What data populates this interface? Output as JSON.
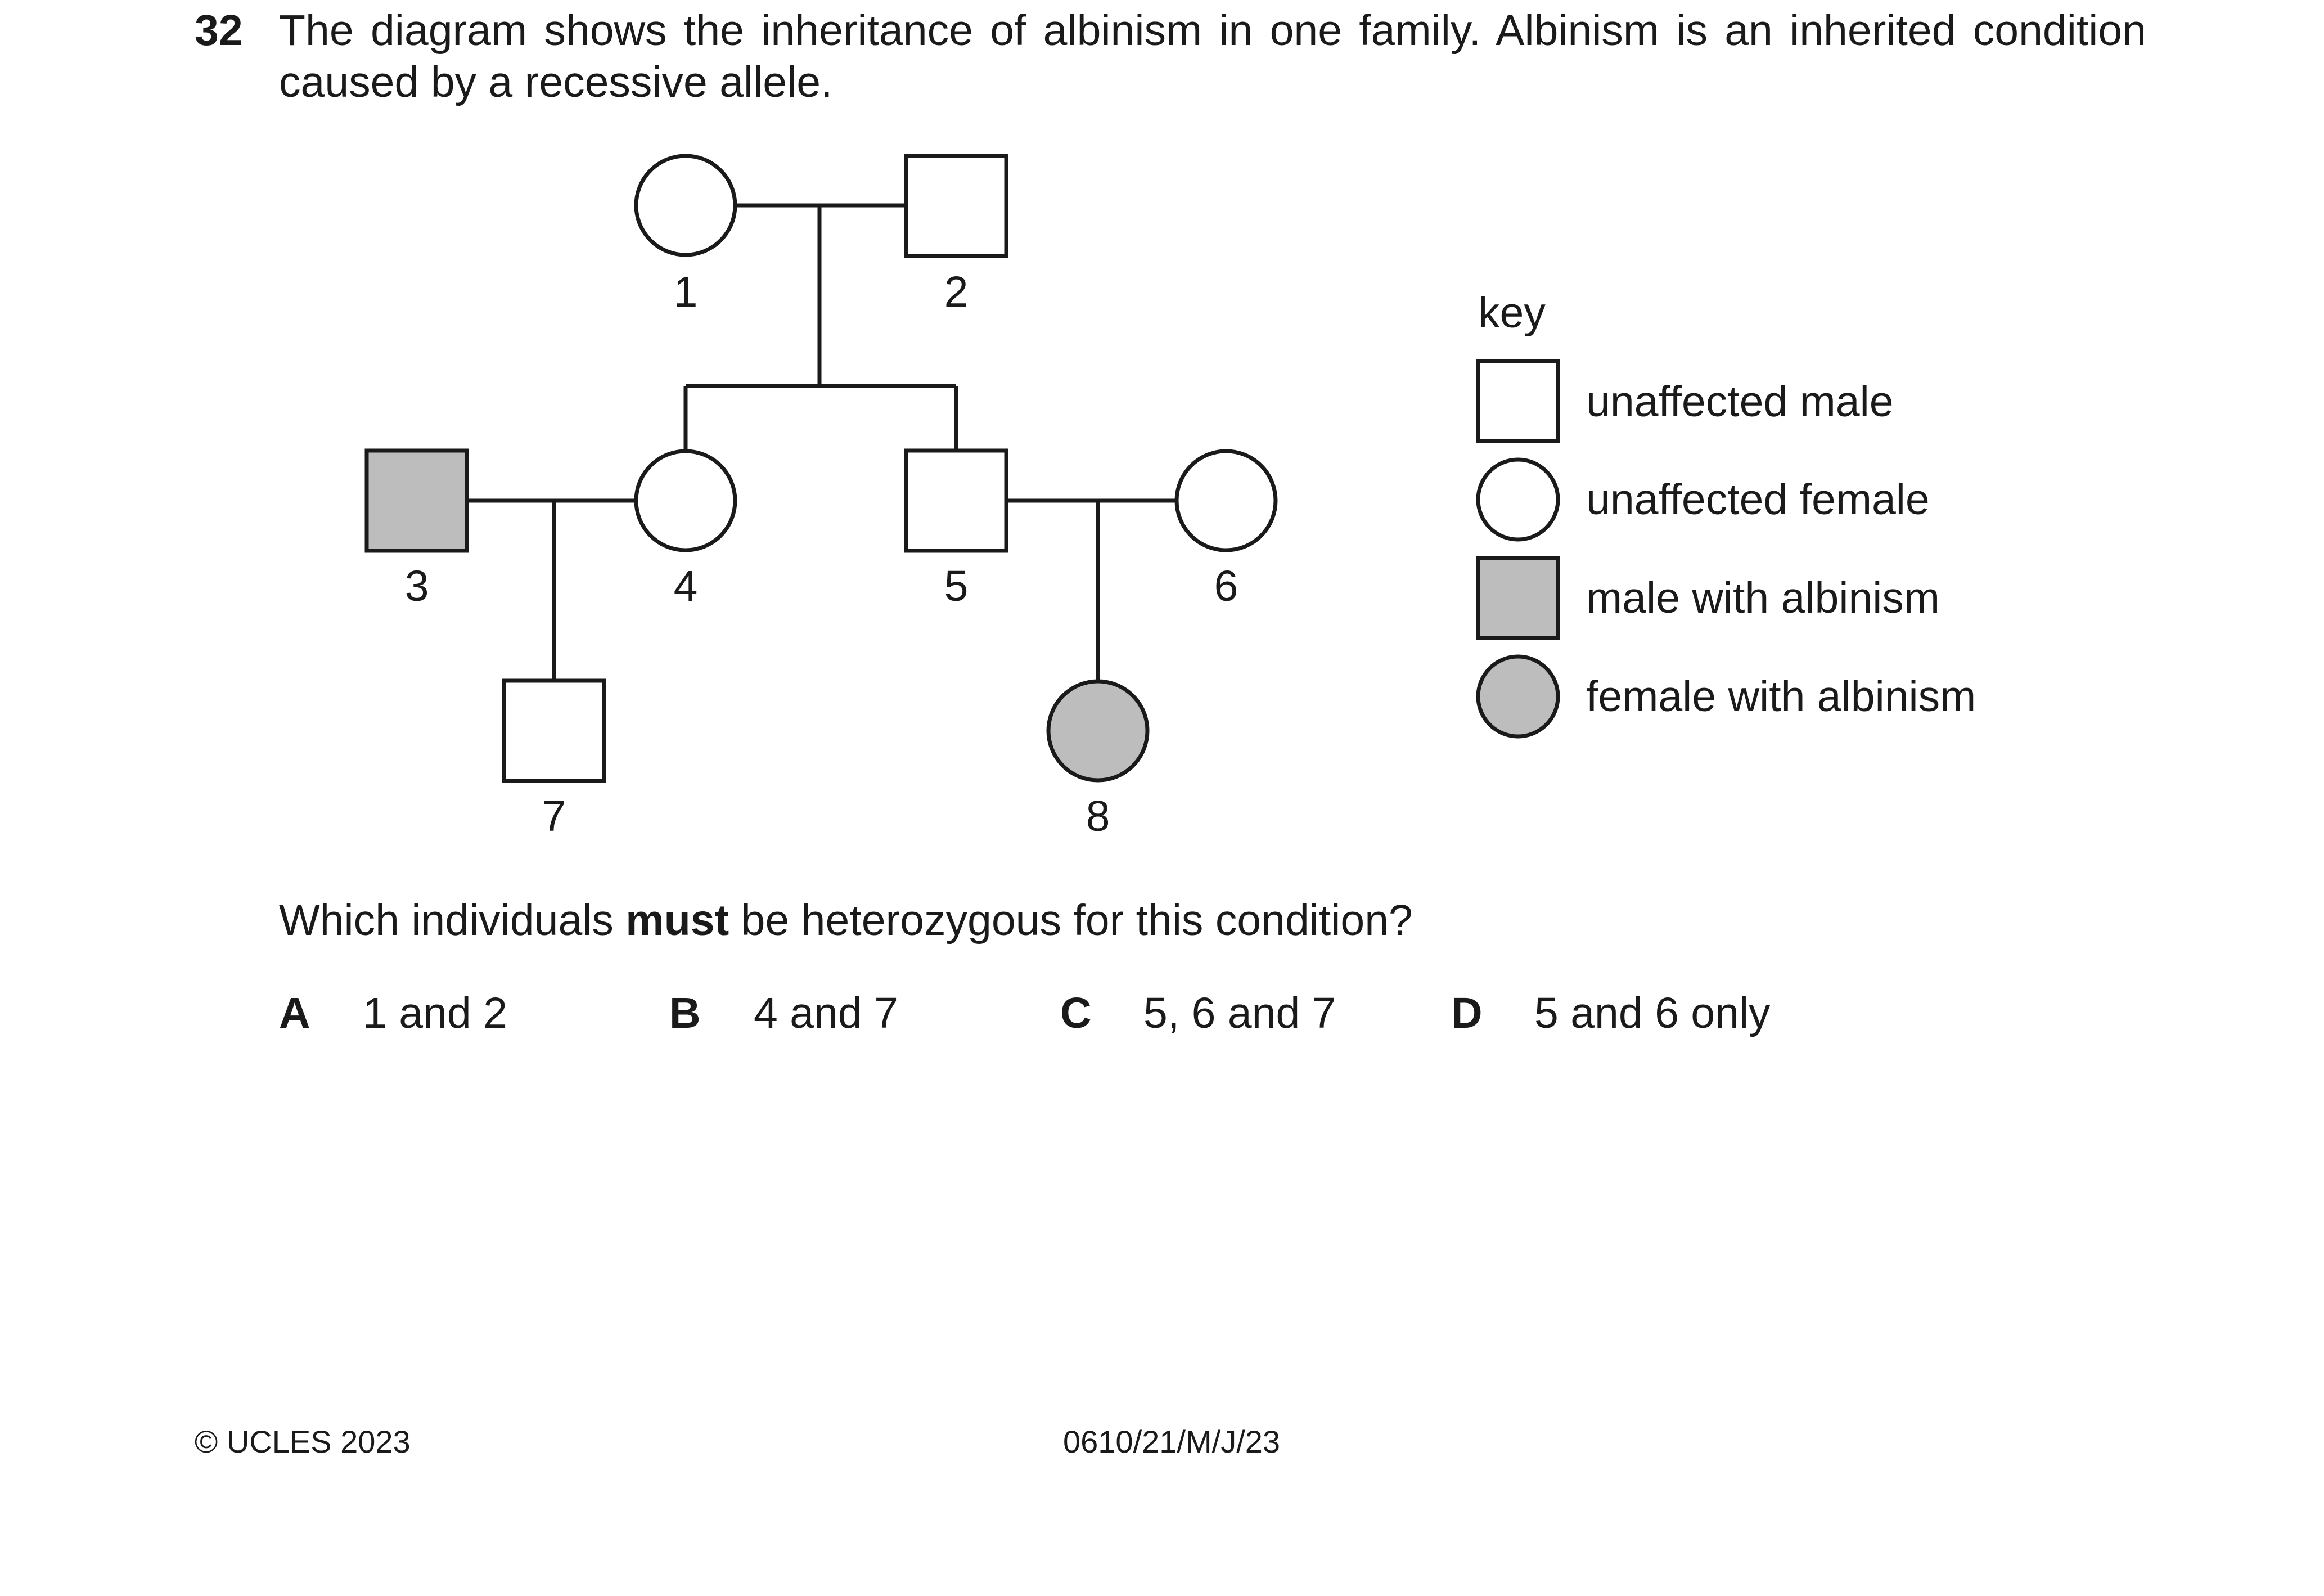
{
  "question": {
    "number": "32",
    "stem": "The diagram shows the inheritance of albinism in one family. Albinism is an inherited condition caused by a recessive allele.",
    "prompt_before": "Which individuals ",
    "prompt_bold": "must",
    "prompt_after": " be heterozygous for this condition?"
  },
  "pedigree": {
    "individuals": [
      {
        "id": "1",
        "sex": "female",
        "affected": false
      },
      {
        "id": "2",
        "sex": "male",
        "affected": false
      },
      {
        "id": "3",
        "sex": "male",
        "affected": true
      },
      {
        "id": "4",
        "sex": "female",
        "affected": false
      },
      {
        "id": "5",
        "sex": "male",
        "affected": false
      },
      {
        "id": "6",
        "sex": "female",
        "affected": false
      },
      {
        "id": "7",
        "sex": "male",
        "affected": false
      },
      {
        "id": "8",
        "sex": "female",
        "affected": true
      }
    ],
    "affected_color": "#bdbdbd",
    "unaffected_color": "#ffffff"
  },
  "key": {
    "title": "key",
    "items": [
      {
        "label": "unaffected male",
        "shape": "square",
        "affected": false
      },
      {
        "label": "unaffected female",
        "shape": "circle",
        "affected": false
      },
      {
        "label": "male with albinism",
        "shape": "square",
        "affected": true
      },
      {
        "label": "female with albinism",
        "shape": "circle",
        "affected": true
      }
    ]
  },
  "options": [
    {
      "letter": "A",
      "text": "1 and 2"
    },
    {
      "letter": "B",
      "text": "4 and 7"
    },
    {
      "letter": "C",
      "text": "5, 6 and 7"
    },
    {
      "letter": "D",
      "text": "5 and 6 only"
    }
  ],
  "footer": {
    "copyright": "© UCLES 2023",
    "code": "0610/21/M/J/23"
  }
}
